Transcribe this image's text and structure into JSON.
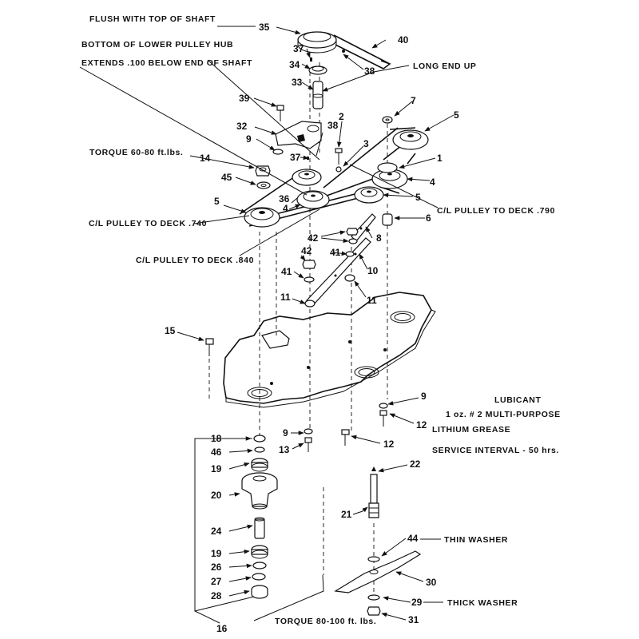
{
  "notes": {
    "flush": "FLUSH WITH TOP OF SHAFT",
    "bottom_hub_1": "BOTTOM OF LOWER PULLEY HUB",
    "bottom_hub_2": "EXTENDS .100 BELOW END OF SHAFT",
    "long_end": "LONG END UP",
    "torque_top": "TORQUE 60-80 ft.lbs.",
    "cl_740": "C/L PULLEY TO DECK .740",
    "cl_790": "C/L PULLEY TO DECK .790",
    "cl_840": "C/L PULLEY TO DECK .840",
    "lube_1": "LUBICANT",
    "lube_2": "1 oz. # 2 MULTI-PURPOSE",
    "lube_3": "LITHIUM GREASE",
    "service": "SERVICE INTERVAL - 50 hrs.",
    "thin_washer": "THIN WASHER",
    "thick_washer": "THICK WASHER",
    "torque_bottom": "TORQUE 80-100 ft. lbs."
  },
  "parts": {
    "p35": "35",
    "p40": "40",
    "p37a": "37",
    "p34": "34",
    "p38a": "38",
    "p33": "33",
    "p39": "39",
    "p32": "32",
    "p38b": "38",
    "p2": "2",
    "p7": "7",
    "p5a": "5",
    "p9a": "9",
    "p37b": "37",
    "p3": "3",
    "p1": "1",
    "p14": "14",
    "p45": "45",
    "p4a": "4",
    "p36": "36",
    "p4b": "4",
    "p5b": "5",
    "p5c": "5",
    "p6": "6",
    "p42a": "42",
    "p8": "8",
    "p42b": "42",
    "p41a": "41",
    "p10": "10",
    "p41b": "41",
    "p11a": "11",
    "p11b": "11",
    "p15": "15",
    "p9b": "9",
    "p12a": "12",
    "p9c": "9",
    "p13": "13",
    "p12b": "12",
    "p18": "18",
    "p46": "46",
    "p19a": "19",
    "p20": "20",
    "p22": "22",
    "p21": "21",
    "p24": "24",
    "p19b": "19",
    "p26": "26",
    "p27": "27",
    "p28": "28",
    "p44": "44",
    "p30": "30",
    "p29": "29",
    "p31": "31",
    "p16": "16"
  }
}
